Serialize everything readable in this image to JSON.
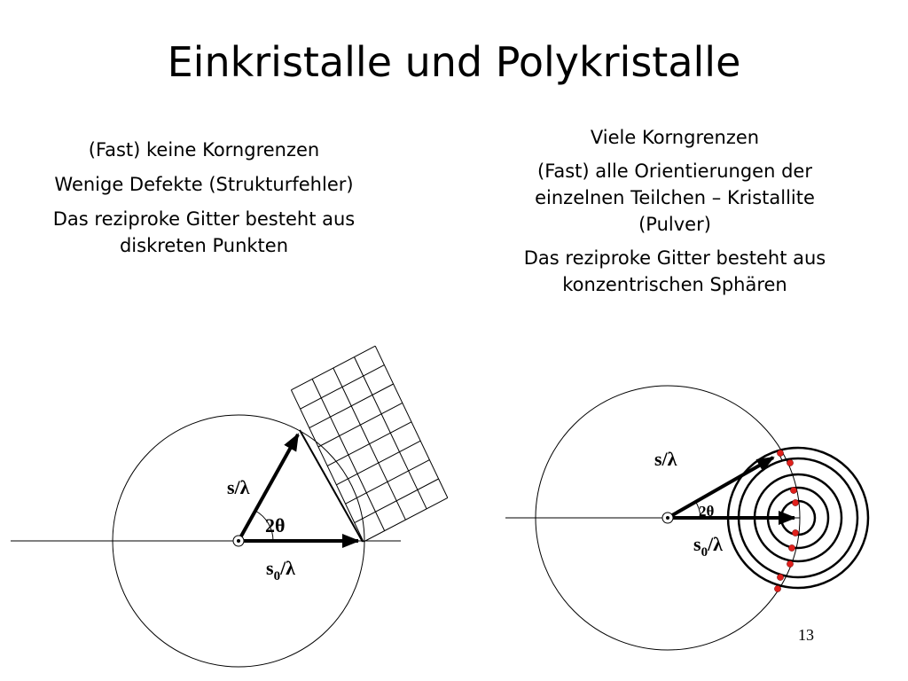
{
  "slide": {
    "title": "Einkristalle und Polykristalle",
    "page_number": "13"
  },
  "left_column": {
    "lines": [
      "(Fast) keine Korngrenzen",
      "Wenige Defekte (Strukturfehler)",
      "Das reziproke Gitter besteht aus diskreten Punkten"
    ]
  },
  "right_column": {
    "lines": [
      "Viele Korngrenzen",
      "(Fast) alle Orientierungen der einzelnen Teilchen – Kristallite (Pulver)",
      "Das reziproke Gitter besteht aus konzentrischen Sphären"
    ]
  },
  "diagram_left": {
    "label_s": "s/λ",
    "label_s0": "s",
    "label_s0_sub": "0",
    "label_s0_tail": "/λ",
    "label_angle": "2θ"
  },
  "diagram_right": {
    "label_s": "s/λ",
    "label_s0": "s",
    "label_s0_sub": "0",
    "label_s0_tail": "/λ",
    "label_angle": "2θ",
    "point_color": "#e0201c"
  }
}
